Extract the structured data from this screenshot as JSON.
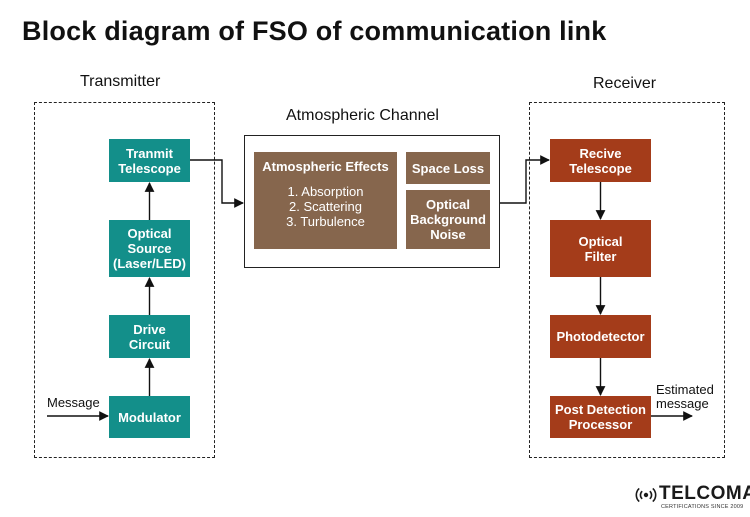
{
  "title": "Block diagram of FSO of communication link",
  "transmitter": {
    "label": "Transmitter",
    "blocks": {
      "telescope": "Tranmit\nTelescope",
      "source": "Optical\nSource\n(Laser/LED)",
      "drive": "Drive\nCircuit",
      "modulator": "Modulator"
    },
    "input_label": "Message"
  },
  "channel": {
    "label": "Atmospheric Channel",
    "effects_title": "Atmospheric Effects",
    "effects": [
      "1. Absorption",
      "2. Scattering",
      "3. Turbulence"
    ],
    "space_loss": "Space Loss",
    "background_noise": "Optical\nBackground\nNoise"
  },
  "receiver": {
    "label": "Receiver",
    "blocks": {
      "telescope": "Recive\nTelescope",
      "filter": "Optical\nFilter",
      "photodetector": "Photodetector",
      "processor": "Post Detection\nProcessor"
    },
    "output_label": "Estimated\nmessage"
  },
  "logo": {
    "name": "TELCOMA",
    "tagline": "CERTIFICATIONS SINCE 2009"
  },
  "colors": {
    "transmitter_block": "#138f8a",
    "channel_block": "#86664d",
    "receiver_block": "#a43c1a"
  }
}
